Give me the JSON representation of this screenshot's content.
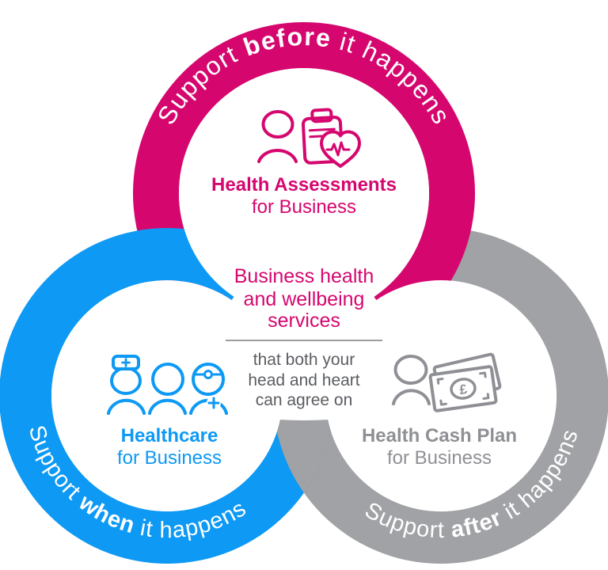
{
  "diagram": {
    "colors": {
      "pink": "#d5076f",
      "blue": "#0d99f4",
      "gray_ring": "#a1a2a5",
      "gray_icon": "#8f9095",
      "dark_text": "#5b5d62",
      "divider": "#9c9da0",
      "white": "#ffffff"
    },
    "center": {
      "title_line1": "Business health",
      "title_line2": "and wellbeing",
      "title_line3": "services",
      "subtitle_line1": "that both your",
      "subtitle_line2": "head and heart",
      "subtitle_line3": "can agree on"
    },
    "rings": {
      "before": {
        "arc_pre": "Support ",
        "arc_bold": "before",
        "arc_post": " it happens",
        "title": "Health Assessments",
        "subtitle": "for Business",
        "icon": "person-clipboard-heart-icon"
      },
      "when": {
        "arc_pre": "Support ",
        "arc_bold": "when",
        "arc_post": " it happens",
        "title": "Healthcare",
        "subtitle": "for Business",
        "icon": "medical-team-icon"
      },
      "after": {
        "arc_pre": "Support ",
        "arc_bold": "after",
        "arc_post": " it happens",
        "title": "Health Cash Plan",
        "subtitle": "for Business",
        "icon": "person-banknotes-icon",
        "pound_symbol": "£"
      }
    }
  }
}
